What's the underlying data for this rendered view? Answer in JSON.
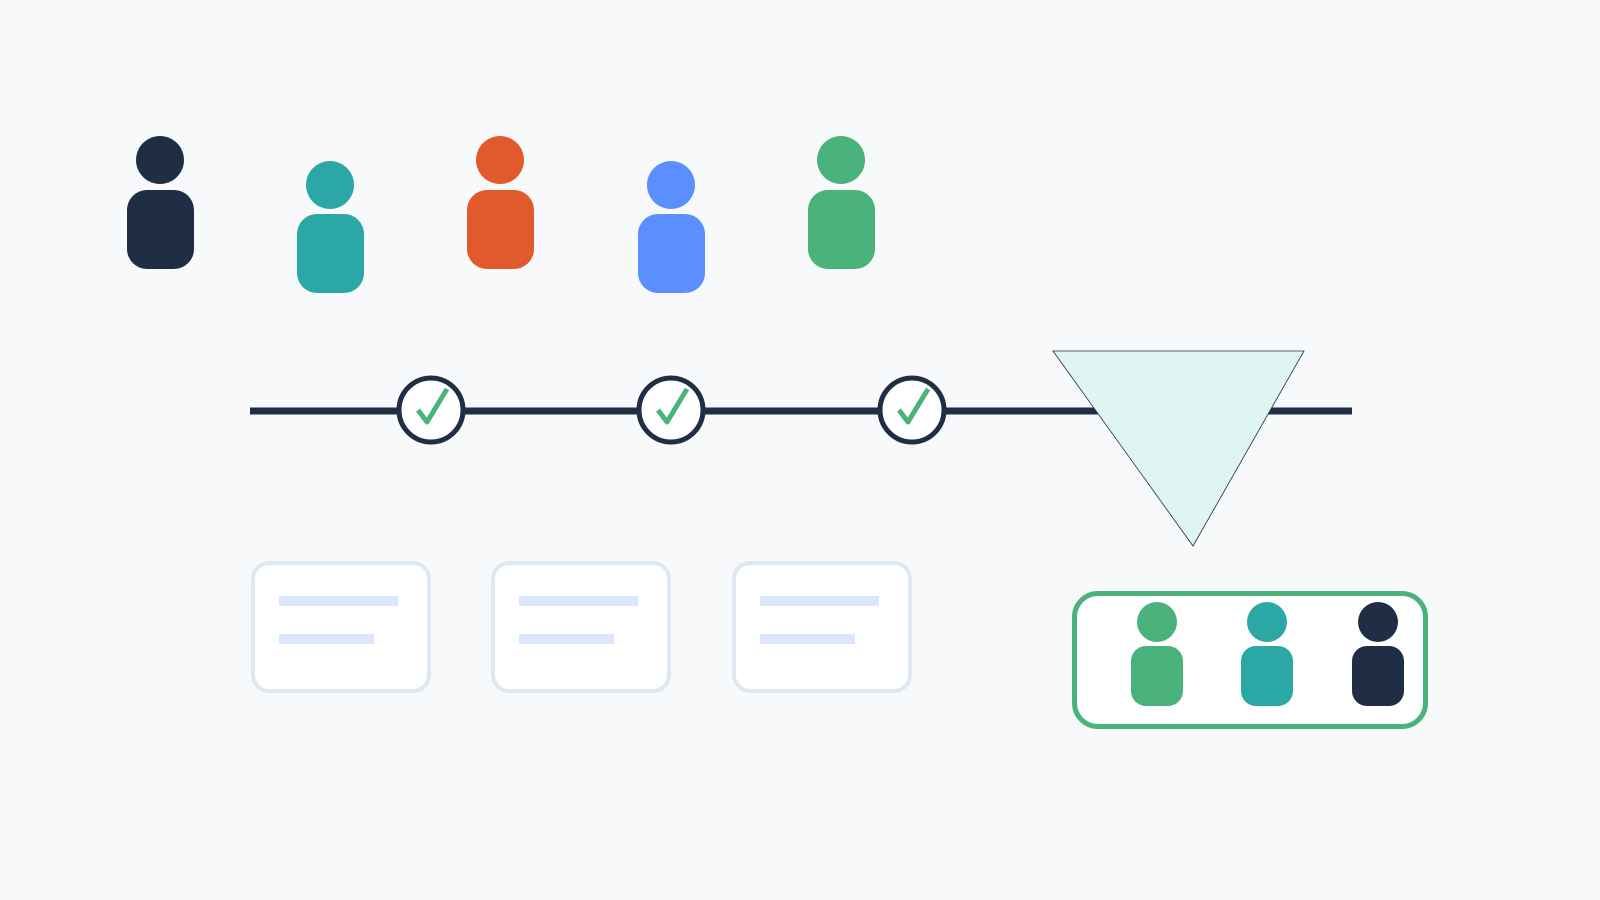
{
  "colors": {
    "background": "#f7f9fb",
    "navy": "#1f2d45",
    "teal": "#2ba8a6",
    "orange": "#e05a2e",
    "blue": "#5b8efe",
    "green": "#49b37b",
    "mint": "#dff5f1",
    "card_border": "#dfe7f1",
    "card_line": "#dbe7fb"
  },
  "candidates": [
    {
      "color": "navy",
      "icon": "person-icon"
    },
    {
      "color": "teal",
      "icon": "person-icon"
    },
    {
      "color": "orange",
      "icon": "person-icon"
    },
    {
      "color": "blue",
      "icon": "person-icon"
    },
    {
      "color": "green",
      "icon": "person-icon"
    }
  ],
  "checkpoints": [
    {
      "icon": "check-circle-icon",
      "status": "passed"
    },
    {
      "icon": "check-circle-icon",
      "status": "passed"
    },
    {
      "icon": "check-circle-icon",
      "status": "passed"
    }
  ],
  "documents": [
    {
      "icon": "document-card-icon"
    },
    {
      "icon": "document-card-icon"
    },
    {
      "icon": "document-card-icon"
    }
  ],
  "funnel": {
    "icon": "funnel-icon"
  },
  "selected_group": [
    {
      "color": "green",
      "icon": "person-icon"
    },
    {
      "color": "teal",
      "icon": "person-icon"
    },
    {
      "color": "navy",
      "icon": "person-icon"
    }
  ]
}
